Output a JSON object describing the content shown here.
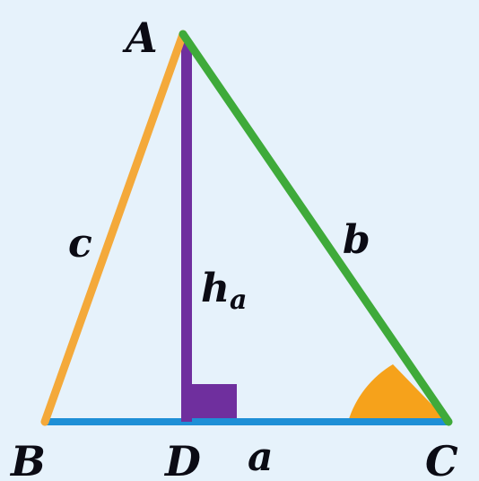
{
  "vertices": {
    "A": "A",
    "B": "B",
    "C": "C",
    "D": "D"
  },
  "sides": {
    "a": "a",
    "b": "b",
    "c": "c"
  },
  "altitude": {
    "symbol": "h",
    "subscript": "a"
  },
  "colors": {
    "background": "#e6f2fb",
    "side_a": "#1e8fd6",
    "side_b": "#3faa3a",
    "side_c": "#f4a93a",
    "altitude": "#6f2f9e",
    "right_angle_marker": "#6f2f9e",
    "angle_marker": "#f6a21b",
    "label_text": "#0b0b14"
  },
  "markers": {
    "right_angle_at": "D",
    "angle_at": "C"
  }
}
